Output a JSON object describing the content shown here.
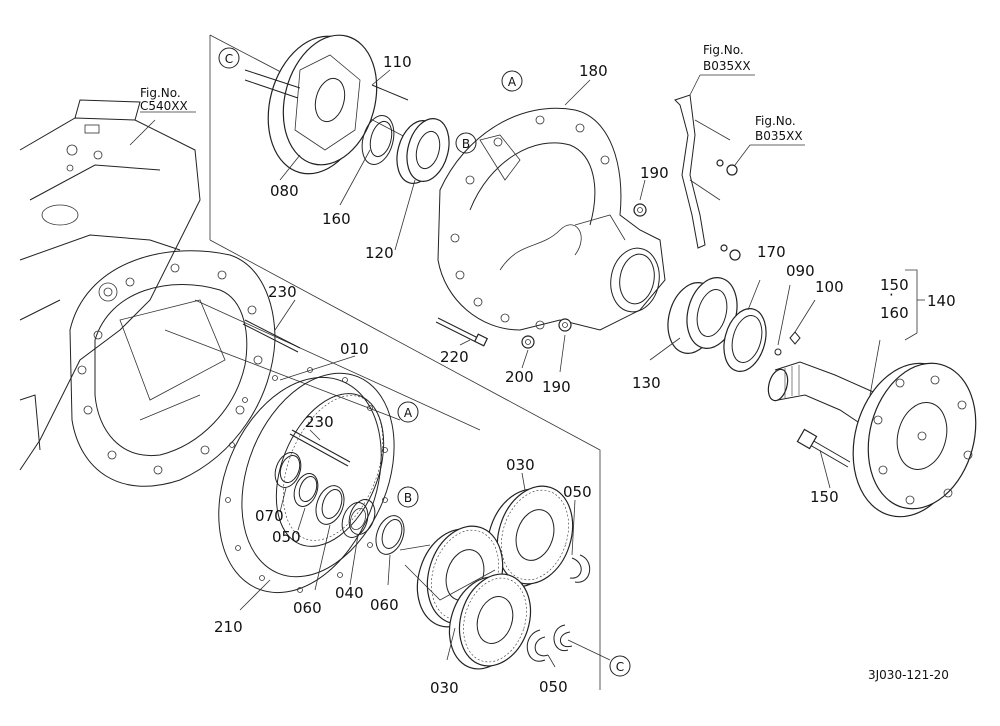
{
  "labels": {
    "l010": "010",
    "l030a": "030",
    "l030b": "030",
    "l040": "040",
    "l050a": "050",
    "l050b": "050",
    "l050c": "050",
    "l060a": "060",
    "l060b": "060",
    "l070": "070",
    "l080": "080",
    "l090": "090",
    "l100": "100",
    "l110": "110",
    "l120": "120",
    "l130": "130",
    "l140": "140",
    "l150a": "150",
    "l150b": "150",
    "l160a": "160",
    "l160b": "160",
    "l170": "170",
    "l180": "180",
    "l190a": "190",
    "l190b": "190",
    "l200": "200",
    "l210": "210",
    "l220": "220",
    "l230a": "230",
    "l230b": "230"
  },
  "refs": {
    "a1": "A",
    "a2": "A",
    "b1": "B",
    "b2": "B",
    "c1": "C",
    "c2": "C"
  },
  "fig_refs": {
    "fig1": "Fig.No.",
    "fig1_code": "C540XX",
    "fig2": "Fig.No.",
    "fig2_code": "B035XX",
    "fig3": "Fig.No.",
    "fig3_code": "B035XX"
  },
  "bracket_dot": "·",
  "drawing_code": "3J030-121-20"
}
